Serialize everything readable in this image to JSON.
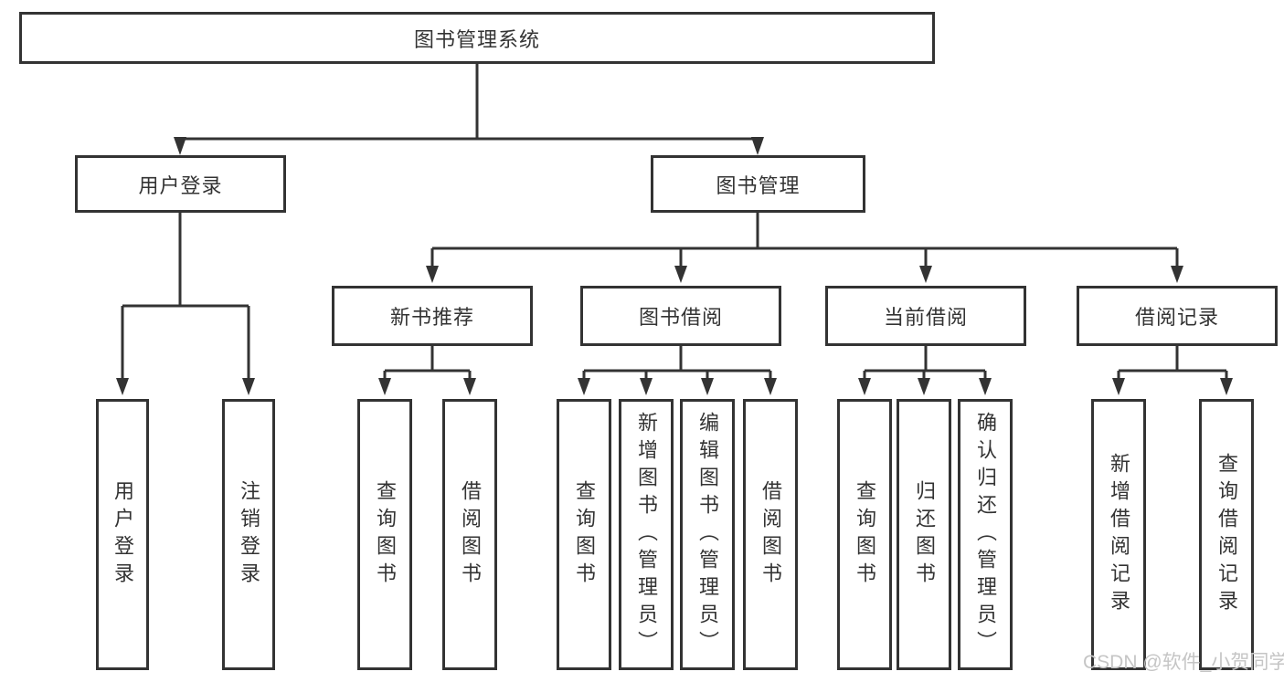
{
  "colors": {
    "line": "#333333",
    "text": "#333333",
    "background": "#ffffff",
    "watermark": "#c5c5c5"
  },
  "tree": {
    "root": "图书管理系统",
    "branches": [
      {
        "label": "用户登录",
        "children": [
          "用户登录",
          "注销登录"
        ]
      },
      {
        "label": "图书管理",
        "groups": [
          {
            "label": "新书推荐",
            "children": [
              "查询图书",
              "借阅图书"
            ]
          },
          {
            "label": "图书借阅",
            "children": [
              "查询图书",
              "新增图书（管理员）",
              "编辑图书（管理员）",
              "借阅图书"
            ]
          },
          {
            "label": "当前借阅",
            "children": [
              "查询图书",
              "归还图书",
              "确认归还（管理员）"
            ]
          },
          {
            "label": "借阅记录",
            "children": [
              "新增借阅记录",
              "查询借阅记录"
            ]
          }
        ]
      }
    ]
  },
  "watermark": {
    "text": "CSDN @软件_小贺同学"
  }
}
